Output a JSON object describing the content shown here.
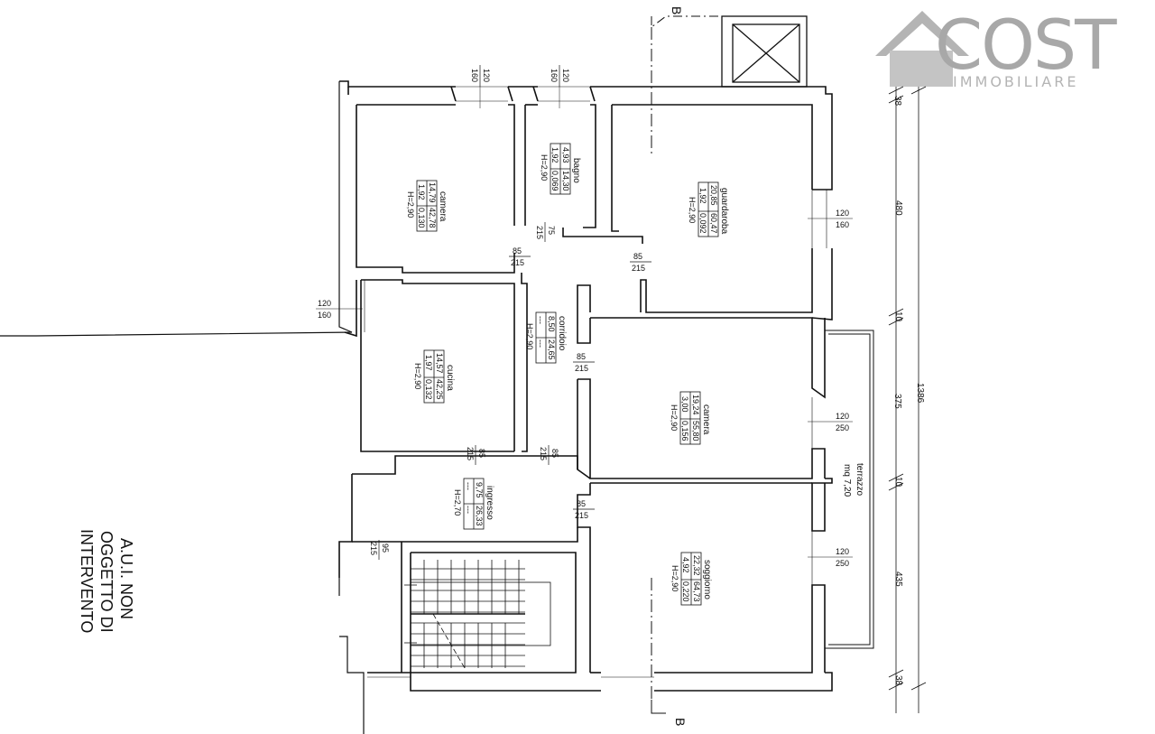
{
  "logo": {
    "brand": "COST",
    "sub": "IMMOBILIARE",
    "colors": {
      "main": "#a8a8a8",
      "light": "#c9c9c9"
    }
  },
  "section_marks": {
    "top": "B",
    "bottom": "B"
  },
  "side_note": [
    "A.U.I. NON",
    "OGGETTO DI",
    "INTERVENTO"
  ],
  "rooms": {
    "camera1": {
      "name": "camera",
      "r1": [
        "14,79",
        "42,78"
      ],
      "r2": [
        "1,92",
        "0,130"
      ],
      "h": "H=2,90"
    },
    "bagno": {
      "name": "bagno",
      "r1": [
        "4,93",
        "14,30"
      ],
      "r2": [
        "1,92",
        "0,069"
      ],
      "h": "H=2,90"
    },
    "guardaroba": {
      "name": "guardaroba",
      "r1": [
        "20,85",
        "60,47"
      ],
      "r2": [
        "1,92",
        "0,092"
      ],
      "h": "H=2,90"
    },
    "cucina": {
      "name": "cucina",
      "r1": [
        "14,57",
        "42,25"
      ],
      "r2": [
        "1,97",
        "0,132"
      ],
      "h": "H=2,90"
    },
    "corridoio": {
      "name": "corridoio",
      "r1": [
        "8,50",
        "24,65"
      ],
      "r2": [
        "---",
        "---"
      ],
      "h": "H=2,90"
    },
    "camera2": {
      "name": "camera",
      "r1": [
        "19,24",
        "55,80"
      ],
      "r2": [
        "3,00",
        "0,156"
      ],
      "h": "H=2,90"
    },
    "ingresso": {
      "name": "ingresso",
      "r1": [
        "9,75",
        "26,33"
      ],
      "r2": [
        "---",
        "---"
      ],
      "h": "H=2,70"
    },
    "soggiorno": {
      "name": "soggiorno",
      "r1": [
        "22,32",
        "64,73"
      ],
      "r2": [
        "4,92",
        "0,220"
      ],
      "h": "H=2,90"
    }
  },
  "terrace": {
    "name": "terrazzo",
    "area": "mq 7,20"
  },
  "openings": {
    "w_camera1": [
      "120",
      "160"
    ],
    "w_bagno": [
      "120",
      "160"
    ],
    "w_guard": [
      "120",
      "160"
    ],
    "w_cucina": [
      "120",
      "160"
    ],
    "w_camera2": [
      "120",
      "250"
    ],
    "w_soggiorno": [
      "120",
      "250"
    ],
    "d_bagno": [
      "75",
      "215"
    ],
    "d_camera1": [
      "85",
      "215"
    ],
    "d_guard": [
      "85",
      "215"
    ],
    "d_camera2": [
      "85",
      "215"
    ],
    "d_cucina": [
      "85",
      "215"
    ],
    "d_cor": [
      "85",
      "215"
    ],
    "d_soggiorno": [
      "85",
      "215"
    ],
    "d_entry": [
      "95",
      "215"
    ]
  },
  "dims": {
    "d1": "38",
    "d2": "480",
    "d3": "10",
    "d4": "375",
    "d5": "10",
    "d6": "435",
    "d7": "38",
    "total": "1386"
  }
}
